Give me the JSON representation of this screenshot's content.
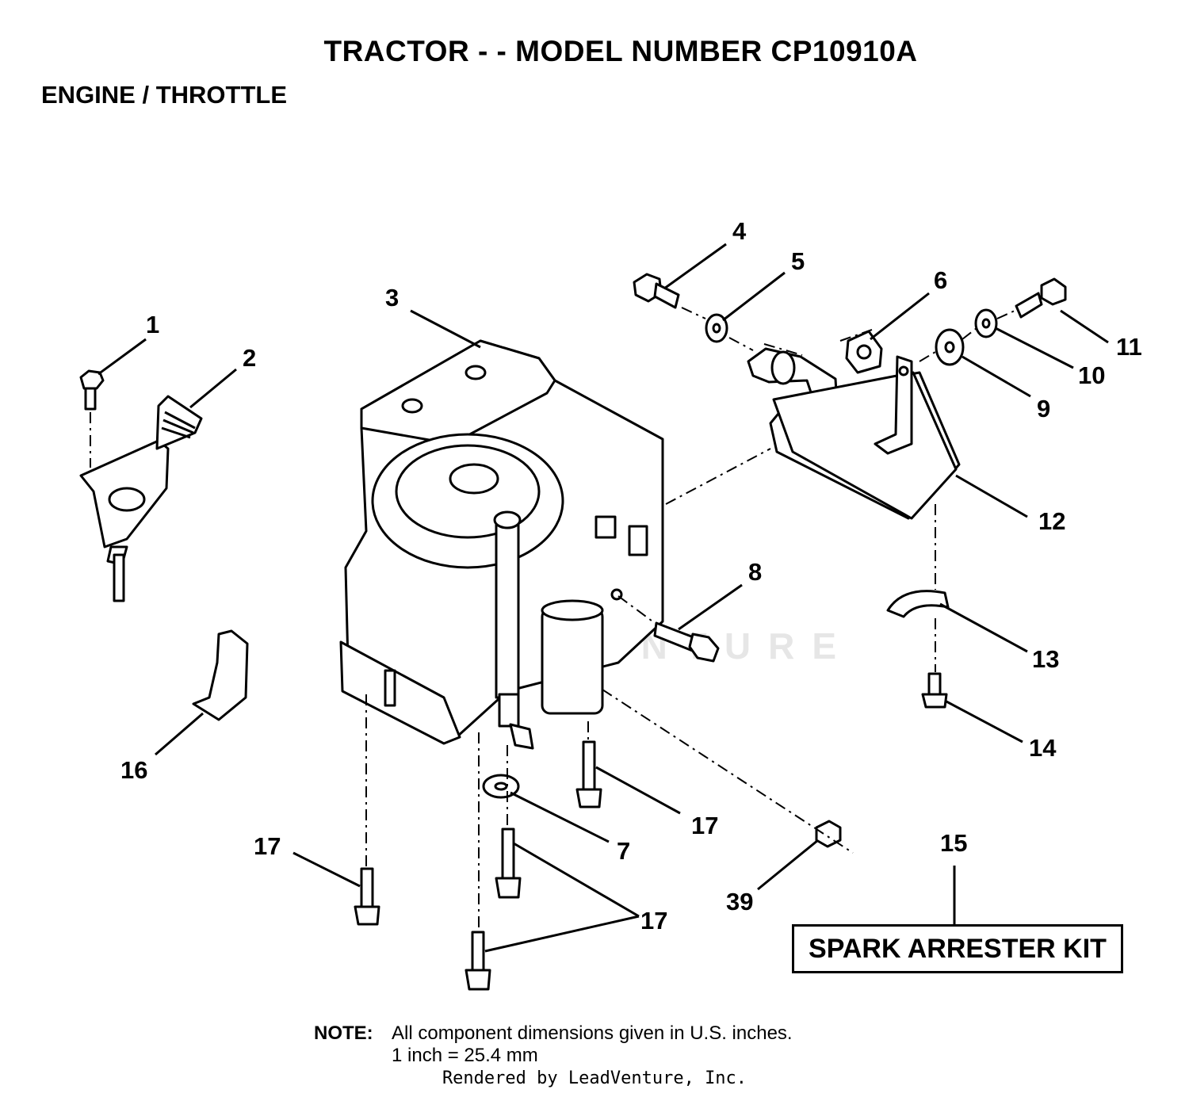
{
  "header": {
    "title": "TRACTOR - - MODEL NUMBER CP10910A",
    "subtitle": "ENGINE / THROTTLE"
  },
  "callouts": {
    "c1": "1",
    "c2": "2",
    "c3": "3",
    "c4": "4",
    "c5": "5",
    "c6": "6",
    "c7": "7",
    "c8": "8",
    "c9": "9",
    "c10": "10",
    "c11": "11",
    "c12": "12",
    "c13": "13",
    "c14": "14",
    "c15": "15",
    "c16": "16",
    "c17a": "17",
    "c17b": "17",
    "c17c": "17",
    "c39": "39"
  },
  "kit_label": "SPARK ARRESTER KIT",
  "note": {
    "label": "NOTE:",
    "line1": "All component dimensions given in U.S. inches.",
    "line2": "1 inch = 25.4 mm"
  },
  "footer": "Rendered by LeadVenture, Inc.",
  "watermark": "LEADVENTURE"
}
